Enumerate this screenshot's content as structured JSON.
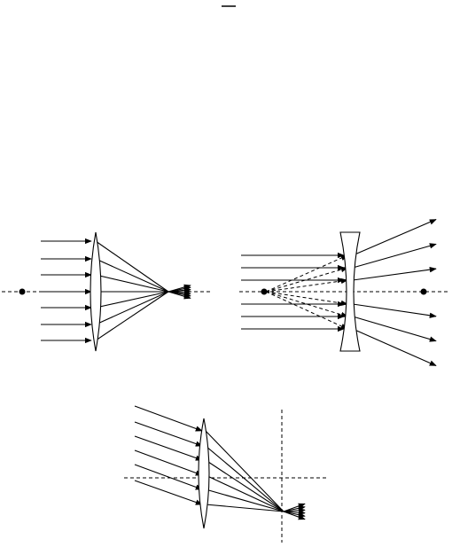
{
  "figure": {
    "panels": [
      {
        "name": "converging-lens-parallel-rays",
        "lens_type": "convex",
        "ray_count": 7,
        "focal_points_marked": 1
      },
      {
        "name": "diverging-lens-parallel-rays",
        "lens_type": "concave",
        "ray_count": 6,
        "focal_points_marked": 2
      },
      {
        "name": "converging-lens-oblique-rays",
        "lens_type": "convex",
        "ray_count": 6,
        "focal_plane_shown": true
      }
    ],
    "colors": {
      "stroke": "#000000",
      "background": "#ffffff"
    }
  }
}
